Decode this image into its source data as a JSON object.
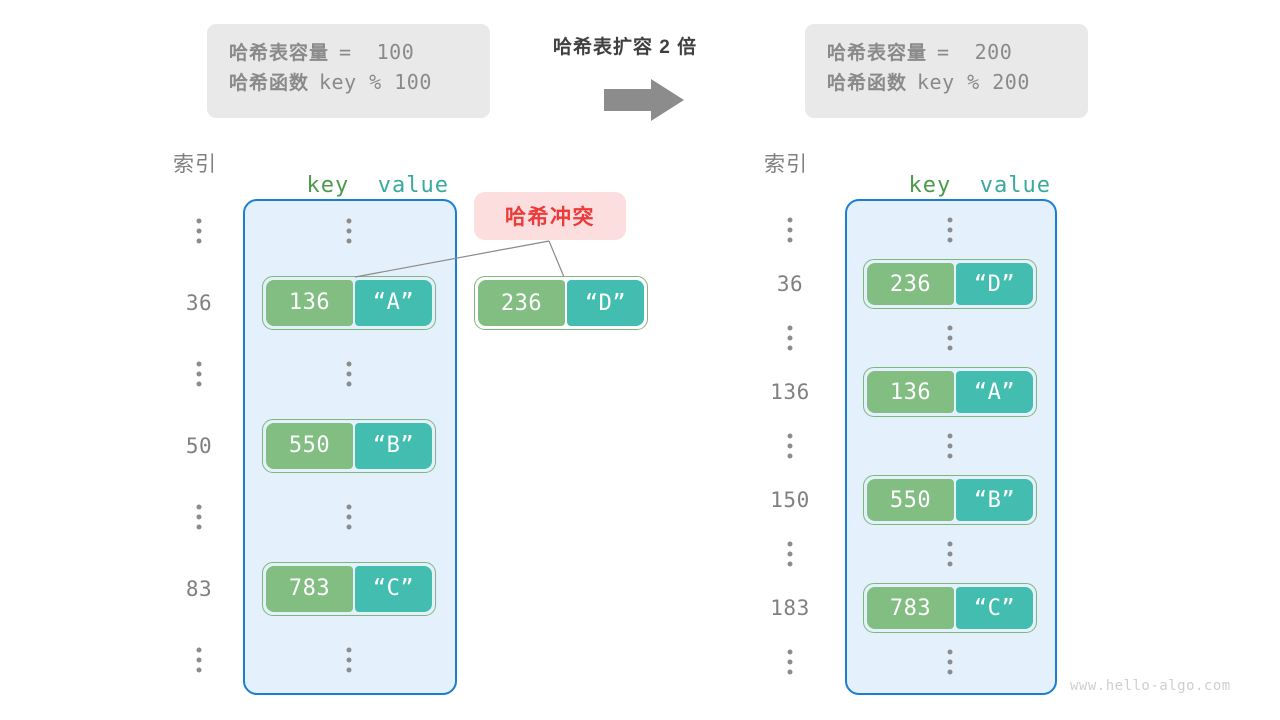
{
  "header": {
    "center_title": "哈希表扩容 2 倍",
    "arrow_icon": "right-block-arrow",
    "arrow_color": "#8c8c8c",
    "left_info": {
      "capacity_label": "哈希表容量",
      "capacity_value": "=  100",
      "function_label": "哈希函数",
      "function_value": "key % 100"
    },
    "right_info": {
      "capacity_label": "哈希表容量",
      "capacity_value": "=  200",
      "function_label": "哈希函数",
      "function_value": "key % 200"
    }
  },
  "columns": {
    "index_header": "索引",
    "key_header": "key",
    "value_header": "value"
  },
  "collision_badge": {
    "label": "哈希冲突",
    "bg": "#fbdedd",
    "text_color": "#eb3b3b"
  },
  "detached_entry": {
    "key": "236",
    "value": "“D”"
  },
  "left_table": {
    "rows": [
      {
        "index": "⋮",
        "type": "dots"
      },
      {
        "index": "36",
        "type": "entry",
        "key": "136",
        "value": "“A”"
      },
      {
        "index": "⋮",
        "type": "dots"
      },
      {
        "index": "50",
        "type": "entry",
        "key": "550",
        "value": "“B”"
      },
      {
        "index": "⋮",
        "type": "dots"
      },
      {
        "index": "83",
        "type": "entry",
        "key": "783",
        "value": "“C”"
      },
      {
        "index": "⋮",
        "type": "dots"
      }
    ]
  },
  "right_table": {
    "rows": [
      {
        "index": "⋮",
        "type": "dots"
      },
      {
        "index": "36",
        "type": "entry",
        "key": "236",
        "value": "“D”"
      },
      {
        "index": "⋮",
        "type": "dots"
      },
      {
        "index": "136",
        "type": "entry",
        "key": "136",
        "value": "“A”"
      },
      {
        "index": "⋮",
        "type": "dots"
      },
      {
        "index": "150",
        "type": "entry",
        "key": "550",
        "value": "“B”"
      },
      {
        "index": "⋮",
        "type": "dots"
      },
      {
        "index": "183",
        "type": "entry",
        "key": "783",
        "value": "“C”"
      },
      {
        "index": "⋮",
        "type": "dots"
      }
    ]
  },
  "colors": {
    "key_cell": "#82bd82",
    "value_cell": "#42bdb0",
    "table_border": "#1a7fd4",
    "table_bg": "#e4f0fb",
    "pair_outline": "#7cb87c"
  },
  "watermark": "www.hello-algo.com"
}
